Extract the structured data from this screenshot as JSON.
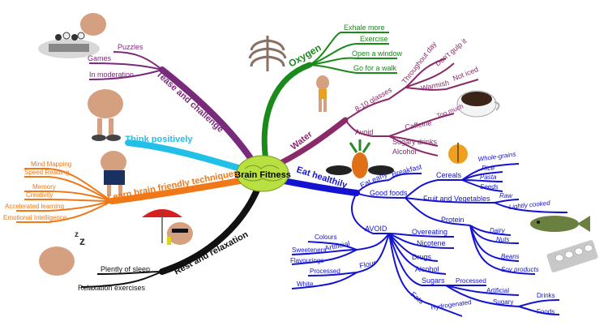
{
  "central": {
    "label": "Brain Fitness"
  },
  "colors": {
    "tease": "#7a2a7a",
    "oxygen": "#1a8a1a",
    "water": "#8a2a6a",
    "think": "#22c0e8",
    "learn": "#f07818",
    "eat": "#1414d0",
    "rest": "#111111",
    "brain": "#b8e040"
  },
  "branches": {
    "tease": {
      "label": "Tease and challenge",
      "items": [
        "Puzzles",
        "Games",
        "In moderation"
      ]
    },
    "oxygen": {
      "label": "Oxygen",
      "items": [
        "Exhale more",
        "Exercise",
        "Open a window",
        "Go for a walk"
      ]
    },
    "water": {
      "label": "Water",
      "glasses": "8-10 glasses",
      "throughout": "Throughout day",
      "dont_gulp": "Don't gulp it",
      "warmish": "Warmish",
      "not_iced": "Not iced",
      "avoid": "Avoid",
      "caffeine": "Caffeine",
      "too_much": "Too much",
      "sugary": "Sugary drinks",
      "alcohol": "Alcohol"
    },
    "think": {
      "label": "Think positively"
    },
    "learn": {
      "label": "Learn brain friendly techniques",
      "items": [
        "Mind Mapping",
        "Speed Reading",
        "Memory",
        "Creativity",
        "Accelerated learning",
        "Emotional Intelligence"
      ]
    },
    "rest": {
      "label": "Rest and relaxation",
      "items": [
        "Plently of sleep",
        "Relaxation exercises"
      ]
    },
    "eat": {
      "label": "Eat healthily",
      "eat_early": "Eat early",
      "breakfast": "Breakfast",
      "good_foods": "Good foods",
      "cereals": "Cereals",
      "whole_grains": "Whole-grains",
      "rice": "Rice",
      "pasta": "Pasta",
      "seeds": "Seeds",
      "fruit_veg": "Fruit and Vegetables",
      "raw": "Raw",
      "lightly_cooked": "Lightly cooked",
      "protein": "Protein",
      "dairy": "Dairy",
      "nuts": "Nuts",
      "beans": "Beans",
      "soy": "Soy products",
      "avoid": "AVOID",
      "overeating": "Overeating",
      "nicotene": "Nicotene",
      "drugs": "Drugs",
      "alcohol": "Alcohol",
      "sugars": "Sugars",
      "processed": "Processed",
      "artificial_s": "Artificial",
      "sugary": "Sugary",
      "drinks": "Drinks",
      "foods": "Foods",
      "fats": "Fats",
      "hydrogenated": "Hydrogenated",
      "artificial": "Artificial",
      "colours": "Colours",
      "sweeteners": "Sweeteners",
      "flavourings": "Flavourings",
      "flour": "Flour",
      "flour_processed": "Processed",
      "white": "White"
    }
  }
}
